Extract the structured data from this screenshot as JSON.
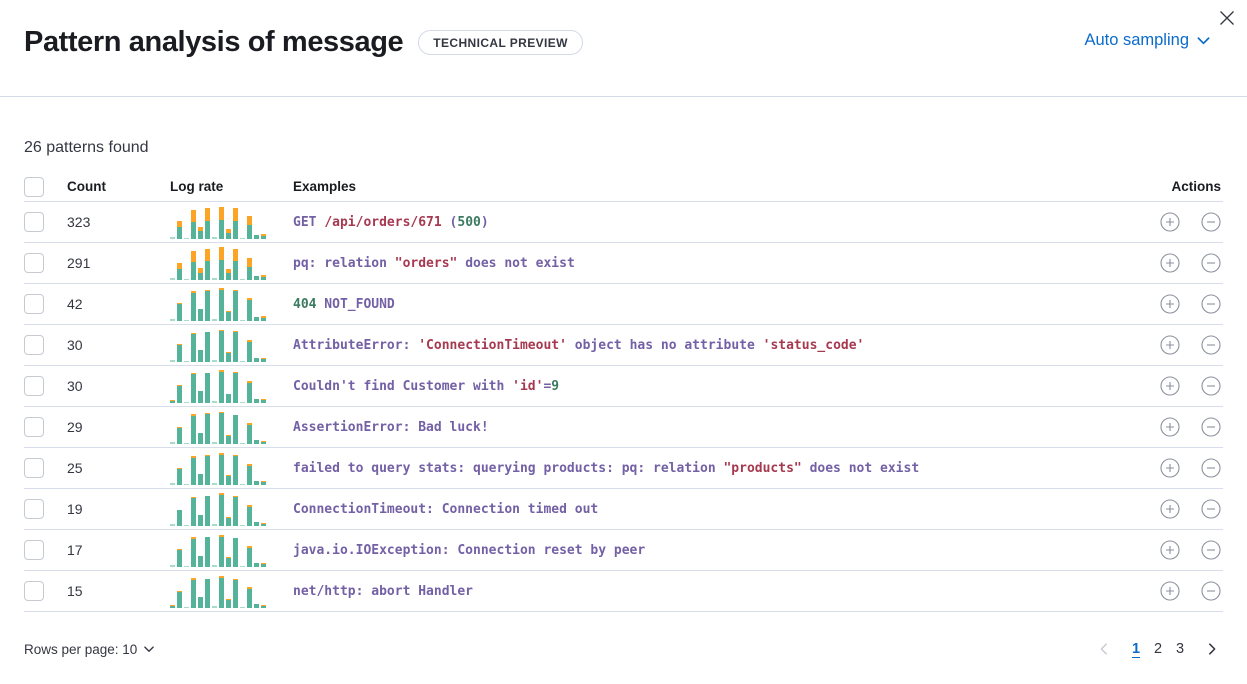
{
  "header": {
    "title": "Pattern analysis of message",
    "badge": "TECHNICAL PREVIEW",
    "sampling_label": "Auto sampling"
  },
  "summary": "26 patterns found",
  "table": {
    "columns": {
      "count": "Count",
      "log_rate": "Log rate",
      "examples": "Examples",
      "actions": "Actions"
    },
    "rows": [
      {
        "count": "323",
        "segments": [
          {
            "t": "GET ",
            "c": "p"
          },
          {
            "t": "/api/orders/671",
            "c": "r"
          },
          {
            "t": " (",
            "c": "p"
          },
          {
            "t": "500",
            "c": "g"
          },
          {
            "t": ")",
            "c": "p"
          }
        ],
        "spark": [
          [
            5,
            0
          ],
          [
            36,
            17
          ],
          [
            4,
            0
          ],
          [
            52,
            36
          ],
          [
            24,
            13
          ],
          [
            55,
            38
          ],
          [
            5,
            0
          ],
          [
            58,
            40
          ],
          [
            19,
            13
          ],
          [
            55,
            38
          ],
          [
            4,
            0
          ],
          [
            42,
            26
          ],
          [
            12,
            0
          ],
          [
            8,
            5
          ]
        ]
      },
      {
        "count": "291",
        "segments": [
          {
            "t": "pq: relation ",
            "c": "p"
          },
          {
            "t": "\"orders\"",
            "c": "r"
          },
          {
            "t": " does not exist",
            "c": "p"
          }
        ],
        "spark": [
          [
            5,
            0
          ],
          [
            33,
            19
          ],
          [
            4,
            0
          ],
          [
            54,
            34
          ],
          [
            22,
            15
          ],
          [
            57,
            36
          ],
          [
            5,
            0
          ],
          [
            60,
            39
          ],
          [
            21,
            11
          ],
          [
            57,
            36
          ],
          [
            4,
            0
          ],
          [
            40,
            27
          ],
          [
            11,
            0
          ],
          [
            8,
            5
          ]
        ]
      },
      {
        "count": "42",
        "segments": [
          {
            "t": "404",
            "c": "g"
          },
          {
            "t": " NOT_FOUND",
            "c": "p"
          }
        ],
        "spark": [
          [
            5,
            0
          ],
          [
            52,
            3
          ],
          [
            4,
            0
          ],
          [
            84,
            6
          ],
          [
            37,
            0
          ],
          [
            92,
            2
          ],
          [
            5,
            0
          ],
          [
            93,
            7
          ],
          [
            28,
            4
          ],
          [
            92,
            2
          ],
          [
            4,
            0
          ],
          [
            63,
            6
          ],
          [
            13,
            0
          ],
          [
            8,
            5
          ]
        ]
      },
      {
        "count": "30",
        "segments": [
          {
            "t": "AttributeError: ",
            "c": "p"
          },
          {
            "t": "'ConnectionTimeout'",
            "c": "r"
          },
          {
            "t": " object has no attribute ",
            "c": "p"
          },
          {
            "t": "'status_code'",
            "c": "r"
          }
        ],
        "spark": [
          [
            5,
            0
          ],
          [
            50,
            2
          ],
          [
            4,
            0
          ],
          [
            86,
            4
          ],
          [
            36,
            0
          ],
          [
            90,
            0
          ],
          [
            5,
            0
          ],
          [
            95,
            4
          ],
          [
            27,
            3
          ],
          [
            90,
            2
          ],
          [
            4,
            0
          ],
          [
            60,
            5
          ],
          [
            12,
            0
          ],
          [
            8,
            4
          ]
        ]
      },
      {
        "count": "30",
        "segments": [
          {
            "t": "Couldn't find Customer with ",
            "c": "p"
          },
          {
            "t": "'id'",
            "c": "r"
          },
          {
            "t": "=",
            "c": "p"
          },
          {
            "t": "9",
            "c": "g"
          }
        ],
        "spark": [
          [
            5,
            2
          ],
          [
            50,
            3
          ],
          [
            4,
            0
          ],
          [
            88,
            4
          ],
          [
            35,
            0
          ],
          [
            92,
            0
          ],
          [
            5,
            0
          ],
          [
            93,
            5
          ],
          [
            26,
            0
          ],
          [
            90,
            3
          ],
          [
            4,
            0
          ],
          [
            62,
            5
          ],
          [
            12,
            0
          ],
          [
            8,
            4
          ]
        ]
      },
      {
        "count": "29",
        "segments": [
          {
            "t": "AssertionError: Bad luck!",
            "c": "p"
          }
        ],
        "spark": [
          [
            5,
            0
          ],
          [
            48,
            4
          ],
          [
            4,
            0
          ],
          [
            85,
            5
          ],
          [
            34,
            0
          ],
          [
            90,
            2
          ],
          [
            5,
            0
          ],
          [
            94,
            4
          ],
          [
            25,
            3
          ],
          [
            88,
            0
          ],
          [
            4,
            0
          ],
          [
            58,
            6
          ],
          [
            11,
            0
          ],
          [
            7,
            4
          ]
        ]
      },
      {
        "count": "25",
        "segments": [
          {
            "t": "failed to query stats: querying products: pq: relation ",
            "c": "p"
          },
          {
            "t": "\"products\"",
            "c": "r"
          },
          {
            "t": " does not exist",
            "c": "p"
          }
        ],
        "spark": [
          [
            5,
            0
          ],
          [
            47,
            3
          ],
          [
            4,
            0
          ],
          [
            83,
            6
          ],
          [
            33,
            0
          ],
          [
            89,
            4
          ],
          [
            5,
            0
          ],
          [
            92,
            6
          ],
          [
            26,
            3
          ],
          [
            88,
            2
          ],
          [
            4,
            0
          ],
          [
            57,
            6
          ],
          [
            11,
            0
          ],
          [
            8,
            4
          ]
        ]
      },
      {
        "count": "19",
        "segments": [
          {
            "t": "ConnectionTimeout: Connection timed out",
            "c": "p"
          }
        ],
        "spark": [
          [
            5,
            0
          ],
          [
            49,
            0
          ],
          [
            4,
            0
          ],
          [
            86,
            4
          ],
          [
            34,
            0
          ],
          [
            91,
            0
          ],
          [
            5,
            0
          ],
          [
            93,
            5
          ],
          [
            25,
            2
          ],
          [
            89,
            2
          ],
          [
            4,
            0
          ],
          [
            59,
            5
          ],
          [
            11,
            0
          ],
          [
            7,
            4
          ]
        ]
      },
      {
        "count": "17",
        "segments": [
          {
            "t": "java.io.IOException: Connection reset by peer",
            "c": "p"
          }
        ],
        "spark": [
          [
            5,
            0
          ],
          [
            50,
            3
          ],
          [
            4,
            0
          ],
          [
            85,
            5
          ],
          [
            33,
            0
          ],
          [
            90,
            0
          ],
          [
            5,
            0
          ],
          [
            92,
            5
          ],
          [
            26,
            4
          ],
          [
            87,
            0
          ],
          [
            4,
            0
          ],
          [
            58,
            5
          ],
          [
            11,
            0
          ],
          [
            8,
            4
          ]
        ]
      },
      {
        "count": "15",
        "segments": [
          {
            "t": "net/http: abort Handler",
            "c": "p"
          }
        ],
        "spark": [
          [
            5,
            2
          ],
          [
            48,
            3
          ],
          [
            4,
            0
          ],
          [
            84,
            5
          ],
          [
            33,
            0
          ],
          [
            89,
            0
          ],
          [
            5,
            0
          ],
          [
            91,
            5
          ],
          [
            25,
            3
          ],
          [
            86,
            2
          ],
          [
            4,
            0
          ],
          [
            57,
            5
          ],
          [
            11,
            0
          ],
          [
            7,
            4
          ]
        ]
      }
    ]
  },
  "footer": {
    "rows_per_page_label": "Rows per page: 10",
    "pages": [
      "1",
      "2",
      "3"
    ],
    "active_page": "1"
  },
  "icons": {
    "close": "close-icon",
    "chevron_down": "chevron-down-icon",
    "plus_circle": "plus-in-circle-icon",
    "minus_circle": "minus-in-circle-icon",
    "chevron_left": "chevron-left-icon",
    "chevron_right": "chevron-right-icon"
  },
  "colors": {
    "link_blue": "#0b6bcb",
    "token_purple": "#7360a5",
    "token_red": "#a63950",
    "token_green": "#3a7a60",
    "spark_green": "#54b399",
    "spark_orange": "#fba426",
    "divider": "#d3dae6",
    "title_text": "#1a1c21",
    "body_text": "#343741"
  }
}
